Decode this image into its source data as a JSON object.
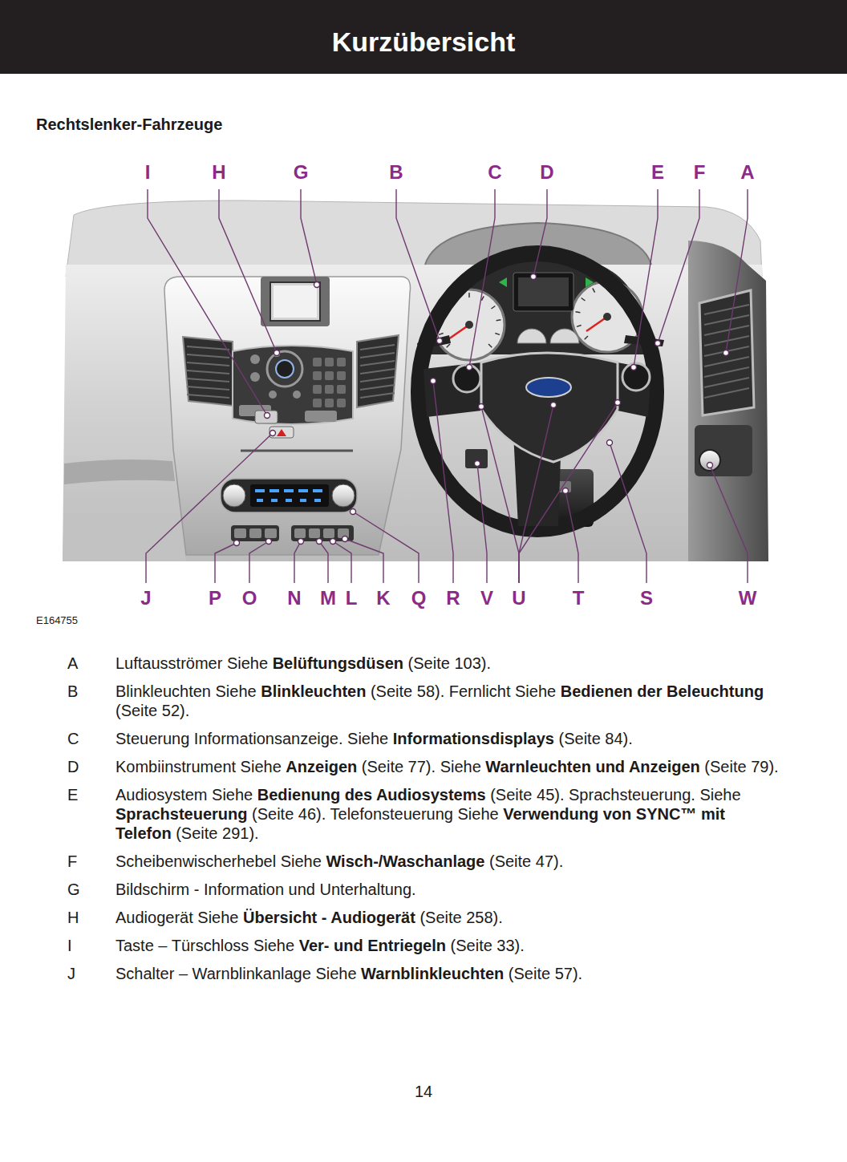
{
  "diagram": {
    "title": "Kurzübersicht",
    "labels": [
      "Rechtslenker-Fahrzeuge",
      "I",
      "H",
      "G",
      "B",
      "C",
      "D",
      "E",
      "F",
      "A",
      "J",
      "P",
      "O",
      "N",
      "M",
      "L",
      "K",
      "Q",
      "R",
      "V",
      "U",
      "T",
      "S",
      "W",
      "E164755",
      "A",
      "Luftausströmer Siehe",
      "Belüftungsdüsen",
      "(Seite 103).",
      "B",
      "Blinkleuchten Siehe",
      "Blinkleuchten",
      "(Seite 58). Fernlicht Siehe",
      "Bedienen der Beleuchtung",
      "(Seite 52).",
      "C",
      "Steuerung Informationsanzeige. Siehe",
      "Informationsdisplays",
      "(Seite 84).",
      "D",
      "Kombiinstrument Siehe",
      "Anzeigen",
      "(Seite 77). Siehe",
      "Warnleuchten und Anzeigen",
      "(Seite 79).",
      "E",
      "Audiosystem Siehe",
      "Bedienung des Audiosystems",
      "(Seite 45). Sprachsteuerung. Siehe",
      "Sprachsteuerung",
      "(Seite 46). Telefonsteuerung Siehe",
      "Verwendung von SYNC™ mit Telefon",
      "(Seite 291).",
      "F",
      "Scheibenwischerhebel Siehe",
      "Wisch-/Waschanlage",
      "(Seite 47).",
      "G",
      "Bildschirm - Information und Unterhaltung.",
      "H",
      "Audiogerät Siehe",
      "Übersicht - Audiogerät",
      "(Seite 258).",
      "I",
      "Taste – Türschloss Siehe",
      "Ver- und Entriegeln",
      "(Seite 33).",
      "J",
      "Schalter – Warnblinkanlage Siehe",
      "Warnblinkleuchten",
      "(Seite 57).",
      "14"
    ]
  }
}
